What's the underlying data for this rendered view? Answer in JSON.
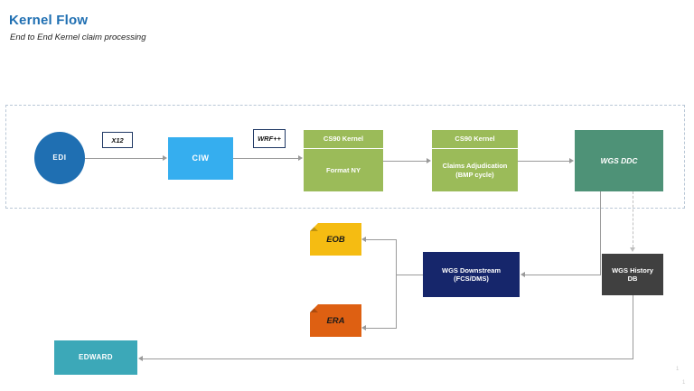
{
  "header": {
    "title": "Kernel Flow",
    "subtitle": "End to End Kernel claim processing",
    "title_color": "#1F6FB2"
  },
  "nodes": {
    "edi": {
      "label": "EDI",
      "color": "#1F6FB2"
    },
    "ciw": {
      "label": "CIW",
      "color": "#35AEEF"
    },
    "kernel1": {
      "header": "CS90 Kernel",
      "body": "Format NY",
      "color": "#9BBB59"
    },
    "kernel2": {
      "header": "CS90 Kernel",
      "body_line1": "Claims Adjudication",
      "body_line2": "(BMP cycle)",
      "color": "#9BBB59"
    },
    "wgs_ddc": {
      "label": "WGS DDC",
      "color": "#4E9277"
    },
    "history_db": {
      "line1": "WGS History",
      "line2": "DB",
      "color": "#404040"
    },
    "downstream": {
      "line1": "WGS Downstream",
      "line2": "(FCS/DMS)",
      "color": "#16266B"
    },
    "eob": {
      "label": "EOB",
      "color": "#F5BC12"
    },
    "era": {
      "label": "ERA",
      "color": "#DE6012"
    },
    "edward": {
      "label": "EDWARD",
      "color": "#3CA8B8"
    }
  },
  "data_labels": {
    "x12": "X12",
    "wrf": "WRF++"
  },
  "footer": {
    "page_number": "1",
    "page_number_secondary": "1"
  }
}
